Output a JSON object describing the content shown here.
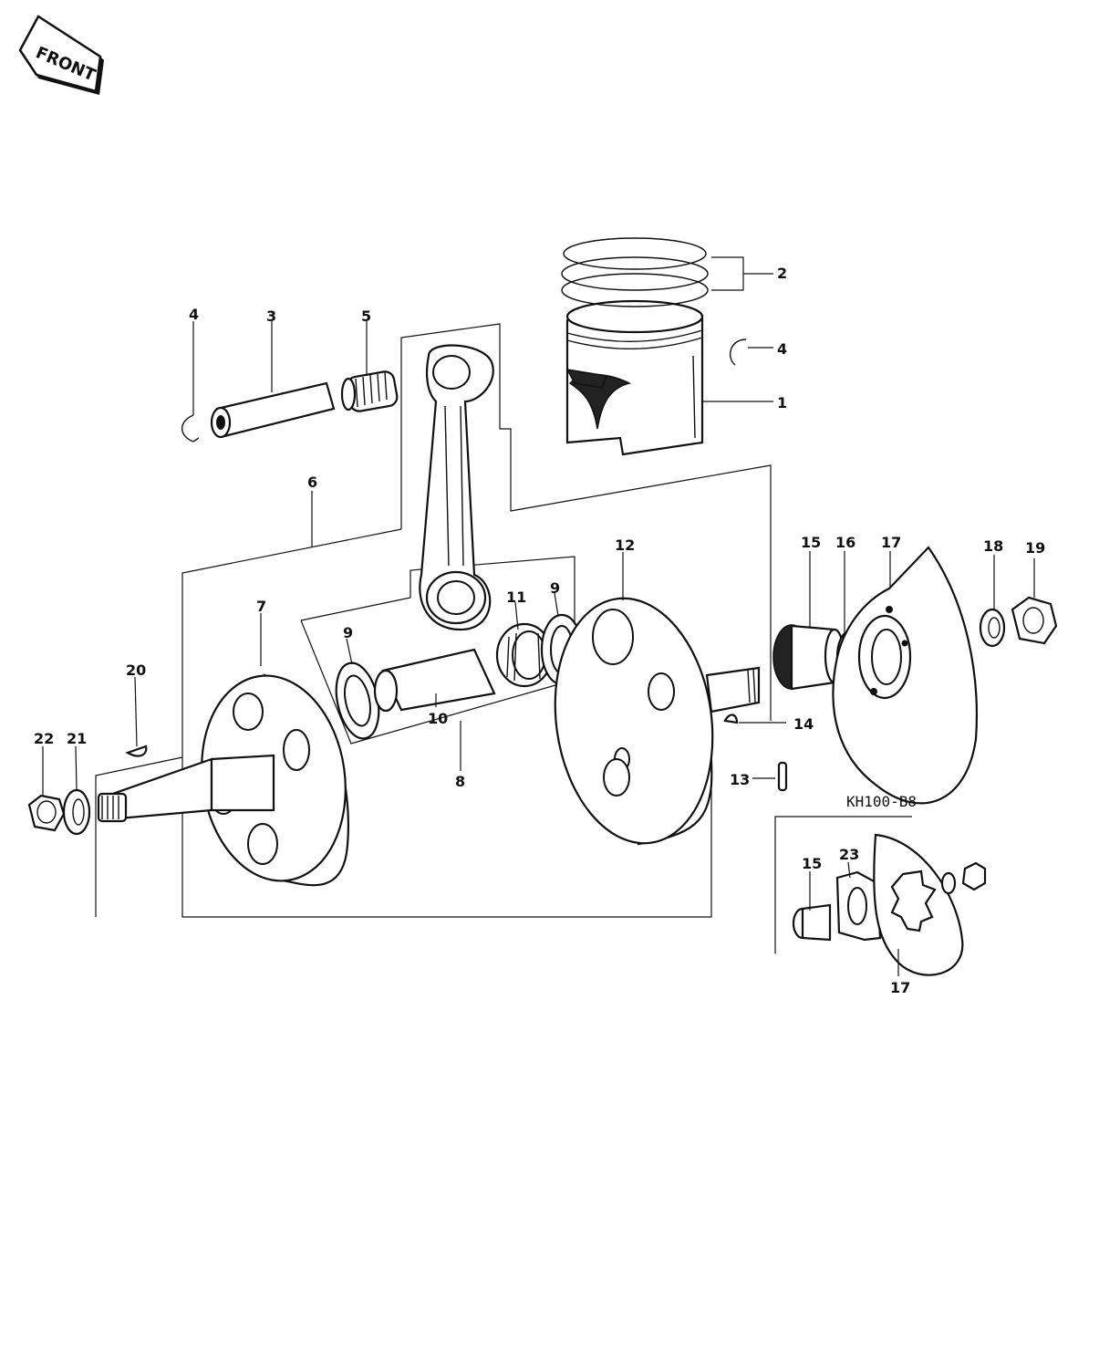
{
  "front_badge": {
    "text": "FRONT"
  },
  "model_code": "KH100-B8",
  "callouts": [
    {
      "id": "c1",
      "text": "1"
    },
    {
      "id": "c2",
      "text": "2"
    },
    {
      "id": "c3",
      "text": "3"
    },
    {
      "id": "c4a",
      "text": "4"
    },
    {
      "id": "c4b",
      "text": "4"
    },
    {
      "id": "c5",
      "text": "5"
    },
    {
      "id": "c6",
      "text": "6"
    },
    {
      "id": "c7",
      "text": "7"
    },
    {
      "id": "c8",
      "text": "8"
    },
    {
      "id": "c9a",
      "text": "9"
    },
    {
      "id": "c9b",
      "text": "9"
    },
    {
      "id": "c10",
      "text": "10"
    },
    {
      "id": "c11",
      "text": "11"
    },
    {
      "id": "c12",
      "text": "12"
    },
    {
      "id": "c13",
      "text": "13"
    },
    {
      "id": "c14",
      "text": "14"
    },
    {
      "id": "c15a",
      "text": "15"
    },
    {
      "id": "c15b",
      "text": "15"
    },
    {
      "id": "c16",
      "text": "16"
    },
    {
      "id": "c17a",
      "text": "17"
    },
    {
      "id": "c17b",
      "text": "17"
    },
    {
      "id": "c18",
      "text": "18"
    },
    {
      "id": "c19",
      "text": "19"
    },
    {
      "id": "c20",
      "text": "20"
    },
    {
      "id": "c21",
      "text": "21"
    },
    {
      "id": "c22",
      "text": "22"
    },
    {
      "id": "c23",
      "text": "23"
    }
  ]
}
